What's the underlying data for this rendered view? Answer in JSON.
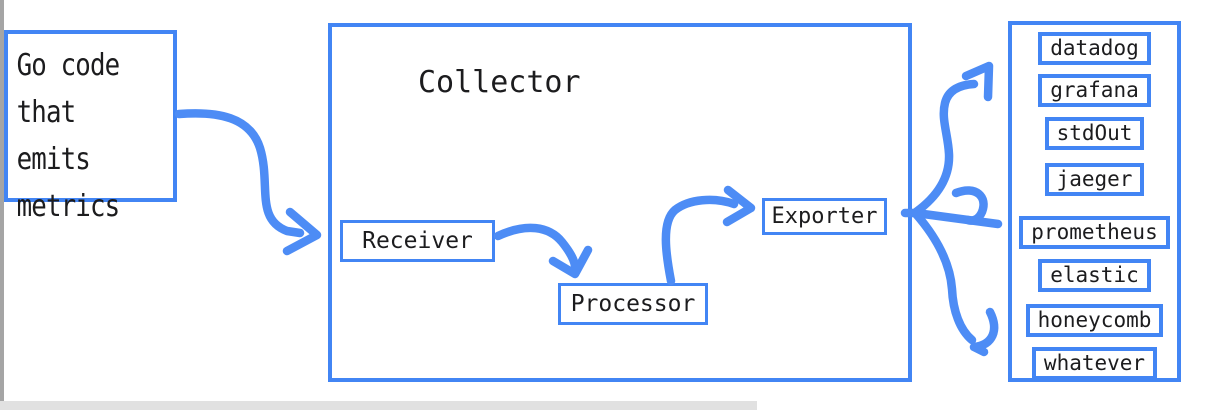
{
  "colors": {
    "accent_blue": "#4285f4",
    "arrow_blue": "#4d8cf5",
    "text": "#1c1c1e",
    "edge_gray": "#a5a5a5",
    "scrollbar_gray": "#e1e1e1"
  },
  "source_box": {
    "label": "Go code\nthat emits\nmetrics"
  },
  "collector": {
    "title": "Collector",
    "receiver_label": "Receiver",
    "processor_label": "Processor",
    "exporter_label": "Exporter"
  },
  "destinations": {
    "items": [
      "datadog",
      "grafana",
      "stdOut",
      "jaeger",
      "prometheus",
      "elastic",
      "honeycomb",
      "whatever"
    ]
  }
}
